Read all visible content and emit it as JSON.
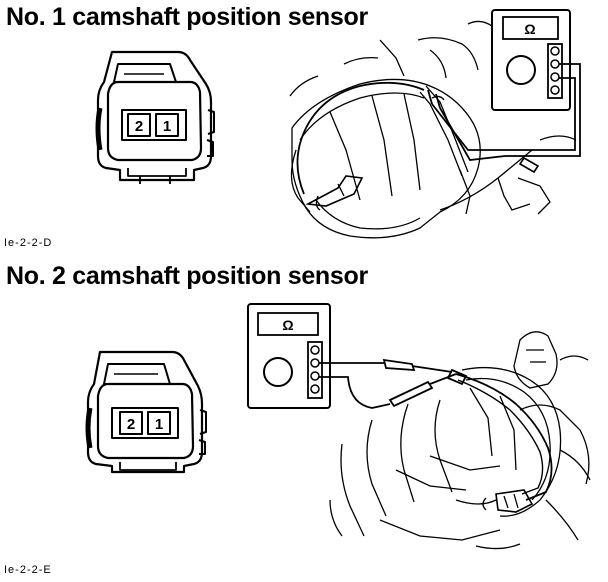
{
  "section1": {
    "title": "No. 1 camshaft position sensor",
    "connector_pins": [
      "2",
      "1"
    ],
    "meter_symbol": "Ω",
    "figure_code": "Ie-2-2-D"
  },
  "section2": {
    "title": "No. 2 camshaft position sensor",
    "connector_pins": [
      "2",
      "1"
    ],
    "meter_symbol": "Ω",
    "figure_code": "Ie-2-2-E"
  },
  "colors": {
    "ink": "#000000",
    "background": "#ffffff"
  }
}
